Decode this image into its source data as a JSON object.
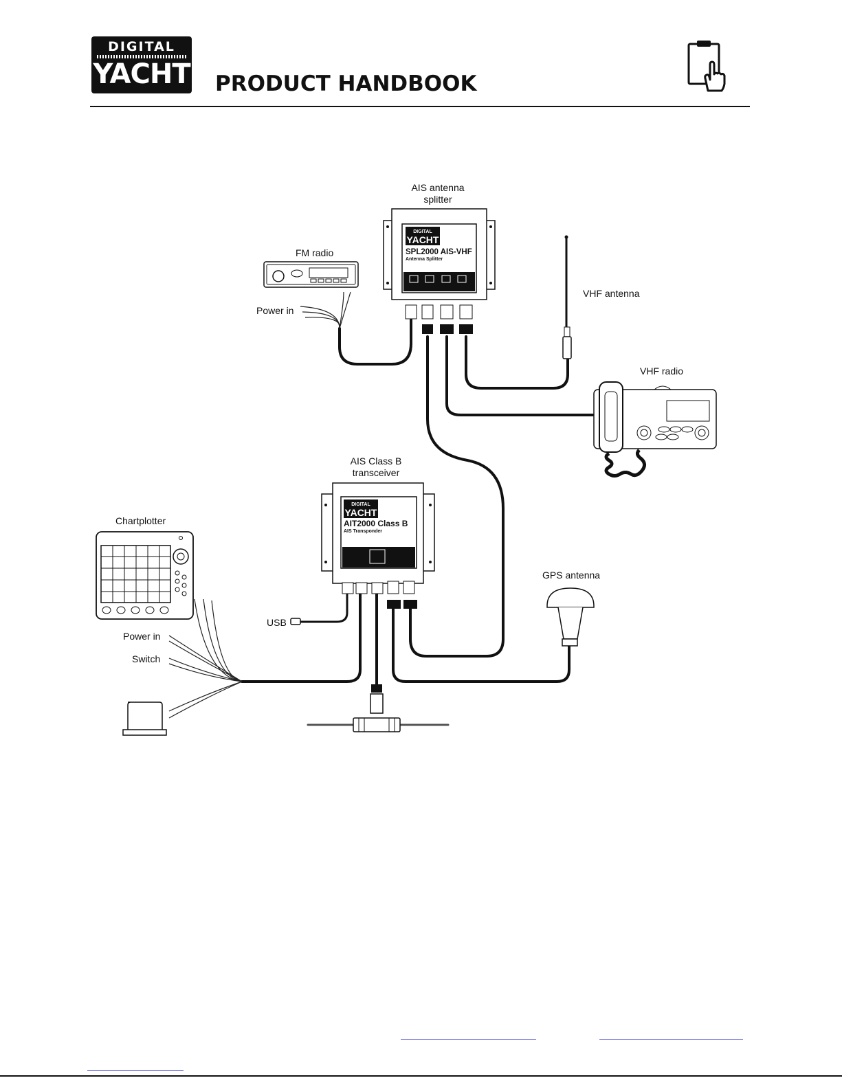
{
  "header": {
    "logo_line1": "DIGITAL",
    "logo_line2": "YACHT",
    "title": "PRODUCT HANDBOOK",
    "icon": "clipboard-touch-icon"
  },
  "labels": {
    "ais_splitter_1": "AIS antenna",
    "ais_splitter_2": "splitter",
    "fm_radio": "FM radio",
    "power_in_top": "Power in",
    "vhf_antenna": "VHF antenna",
    "vhf_radio": "VHF radio",
    "ais_classb_1": "AIS Class B",
    "ais_classb_2": "transceiver",
    "chartplotter": "Chartplotter",
    "usb": "USB",
    "power_in_bottom": "Power in",
    "switch": "Switch",
    "gps_antenna": "GPS antenna"
  },
  "devices": {
    "splitter": {
      "brand1": "DIGITAL",
      "brand2": "YACHT",
      "model": "SPL2000 AIS-VHF",
      "subtitle": "Antenna Splitter"
    },
    "transceiver": {
      "brand1": "DIGITAL",
      "brand2": "YACHT",
      "model": "AIT2000 Class B",
      "subtitle": "AIS Transponder"
    }
  },
  "colors": {
    "ink": "#111111",
    "link": "#3f3fd0"
  }
}
